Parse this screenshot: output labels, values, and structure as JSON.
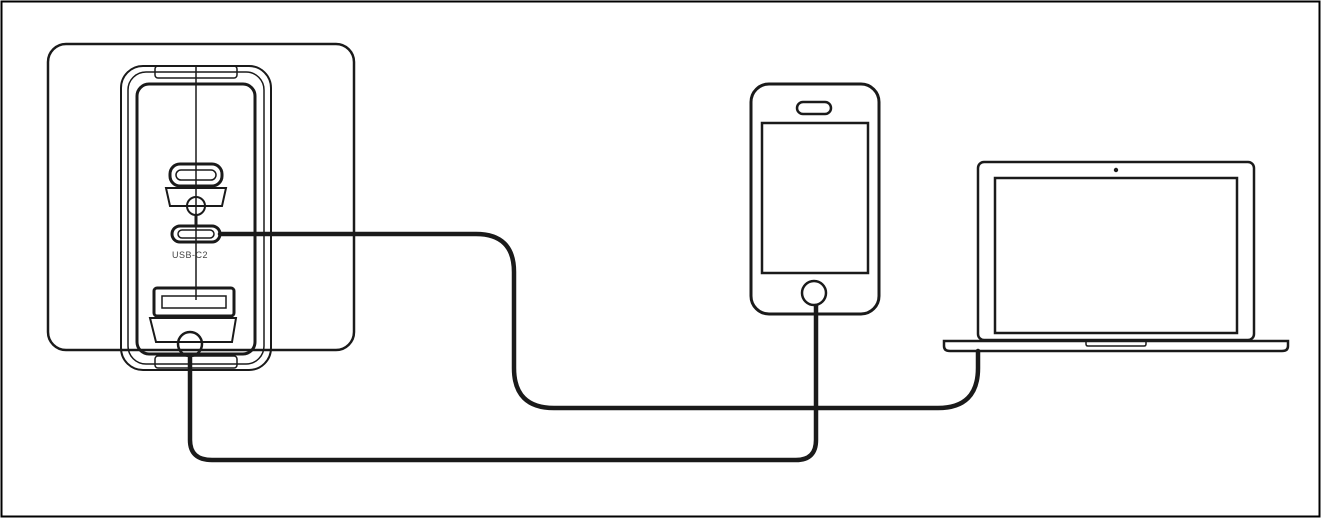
{
  "diagram": {
    "charger": {
      "ports": [
        {
          "id": "usb-c1",
          "label": ""
        },
        {
          "id": "usb-c2",
          "label": "USB-C2"
        },
        {
          "id": "usb-a",
          "label": ""
        }
      ]
    },
    "devices": [
      {
        "id": "phone",
        "icon": "smartphone-icon"
      },
      {
        "id": "laptop",
        "icon": "laptop-icon"
      }
    ],
    "colors": {
      "line": "#1a1a1a",
      "border": "#000000",
      "background": "#ffffff"
    }
  }
}
